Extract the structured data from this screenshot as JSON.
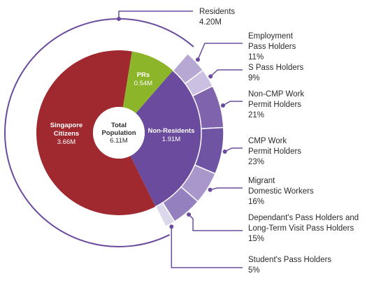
{
  "chart_data": {
    "type": "sunburst",
    "center": {
      "title_line1": "Total",
      "title_line2": "Population",
      "value": "6.11M"
    },
    "outer_ring": {
      "label": "Residents",
      "value": "4.20M"
    },
    "inner": [
      {
        "name_lines": [
          "Singapore",
          "Citizens"
        ],
        "value_label": "3.66M",
        "value": 3.66,
        "color": "#a0282f"
      },
      {
        "name_lines": [
          "PRs"
        ],
        "value_label": "0.54M",
        "value": 0.54,
        "color": "#8db52a"
      },
      {
        "name_lines": [
          "Non-Residents"
        ],
        "value_label": "1.91M",
        "value": 1.91,
        "color": "#6a4b9e"
      }
    ],
    "non_resident_breakdown": [
      {
        "lines": [
          "Employment",
          "Pass Holders"
        ],
        "pct_label": "11%",
        "pct": 11,
        "color": "#b7a8d3"
      },
      {
        "lines": [
          "S Pass Holders"
        ],
        "pct_label": "9%",
        "pct": 9,
        "color": "#cbc0e2"
      },
      {
        "lines": [
          "Non-CMP Work",
          "Permit Holders"
        ],
        "pct_label": "21%",
        "pct": 21,
        "color": "#7f63ad"
      },
      {
        "lines": [
          "CMP Work",
          "Permit Holders"
        ],
        "pct_label": "23%",
        "pct": 23,
        "color": "#6f54a4"
      },
      {
        "lines": [
          "Migrant",
          "Domestic Workers"
        ],
        "pct_label": "16%",
        "pct": 16,
        "color": "#a996cb"
      },
      {
        "lines": [
          "Dependant's Pass Holders and",
          "Long-Term Visit Pass Holders"
        ],
        "pct_label": "15%",
        "pct": 15,
        "color": "#9480be"
      },
      {
        "lines": [
          "Student's Pass Holders"
        ],
        "pct_label": "5%",
        "pct": 5,
        "color": "#dcd7ea"
      }
    ],
    "colors": {
      "line": "#6a4b9e",
      "text": "#2b2b2b"
    }
  }
}
